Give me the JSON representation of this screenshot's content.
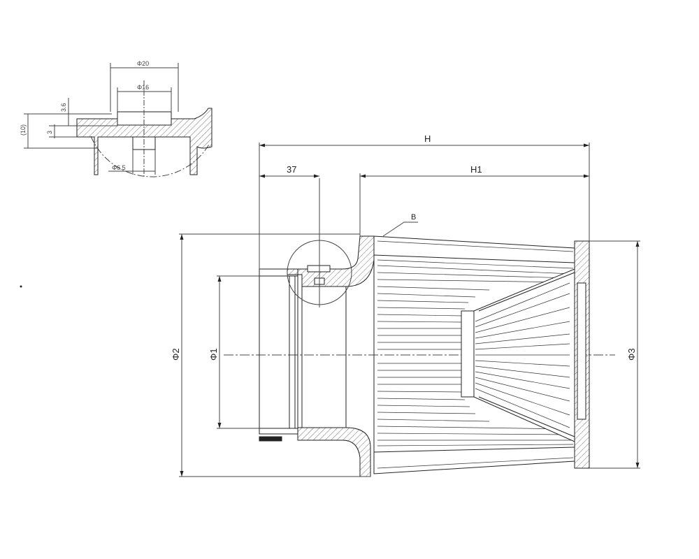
{
  "main_view": {
    "dimensions": {
      "overall_height": "H",
      "flange_length": "37",
      "filter_height": "H1",
      "outer_diameter": "Φ2",
      "inlet_diameter": "Φ1",
      "top_diameter": "Φ3"
    },
    "detail_marker": "B"
  },
  "detail_view": {
    "dimensions": {
      "outer_bore": "Φ20",
      "inner_bore": "Φ16",
      "hole_diameter": "Φ6.5",
      "recess_depth": "3.6",
      "hole_depth": "3",
      "total_depth": "(10)"
    }
  },
  "colors": {
    "line": "#222222",
    "hatch": "#555555",
    "background": "#ffffff"
  }
}
